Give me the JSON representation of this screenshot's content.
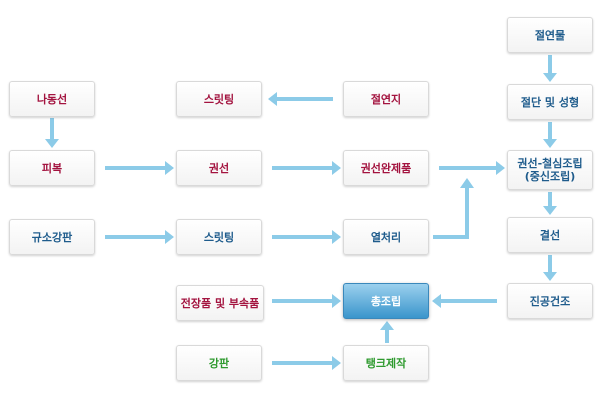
{
  "nodes": {
    "copper_wire": "나동선",
    "covering": "피복",
    "silicon_steel": "규소강판",
    "slitting_top": "스릿팅",
    "winding": "권선",
    "slitting_mid": "스릿팅",
    "electrical_parts": "전장품 및 부속품",
    "steel_plate": "강판",
    "insulating_paper": "절연지",
    "winding_complete": "권선완제품",
    "heat_treatment": "열처리",
    "final_assembly": "총조립",
    "tank_making": "탱크제작",
    "insulator": "절연물",
    "cutting_forming": "절단 및 성형",
    "core_assembly_line1": "권선-철심조립",
    "core_assembly_line2": "(중신조립)",
    "connection": "결선",
    "vacuum_drying": "진공건조"
  },
  "colors": {
    "red": "#a3133f",
    "green": "#2e9a2e",
    "blue": "#1f5c8c",
    "arrow": "#8ccbe8",
    "main_box": "#3a95cc"
  }
}
